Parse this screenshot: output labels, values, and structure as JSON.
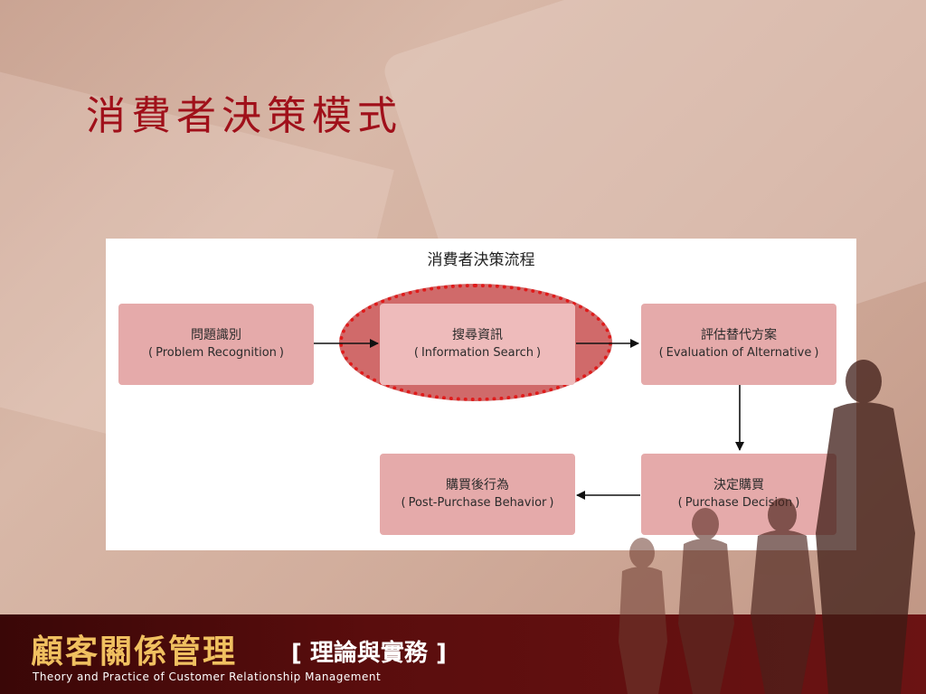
{
  "slide": {
    "title": "消費者決策模式"
  },
  "diagram": {
    "title": "消費者決策流程",
    "steps": [
      {
        "id": "problem",
        "zh": "問題識別",
        "en": "Problem Recognition"
      },
      {
        "id": "search",
        "zh": "搜尋資訊",
        "en": "Information Search",
        "highlighted": true
      },
      {
        "id": "evaluation",
        "zh": "評估替代方案",
        "en": "Evaluation of Alternative"
      },
      {
        "id": "decision",
        "zh": "決定購買",
        "en": "Purchase Decision"
      },
      {
        "id": "post",
        "zh": "購買後行為",
        "en": "Post-Purchase Behavior"
      }
    ],
    "flow": [
      [
        "problem",
        "search"
      ],
      [
        "search",
        "evaluation"
      ],
      [
        "evaluation",
        "decision"
      ],
      [
        "decision",
        "post"
      ]
    ]
  },
  "footer": {
    "brand": "顧客關係管理",
    "subtitle": "[ 理論與實務 ]",
    "english": "Theory and Practice of Customer Relationship Management"
  },
  "colors": {
    "title_red": "#a0101a",
    "step_fill": "#e5aaaa",
    "highlight_fill": "#d06a6a",
    "highlight_dots": "#e01b1b",
    "footer_brand": "#f0c060",
    "footer_bg": "#5a0d0d"
  }
}
